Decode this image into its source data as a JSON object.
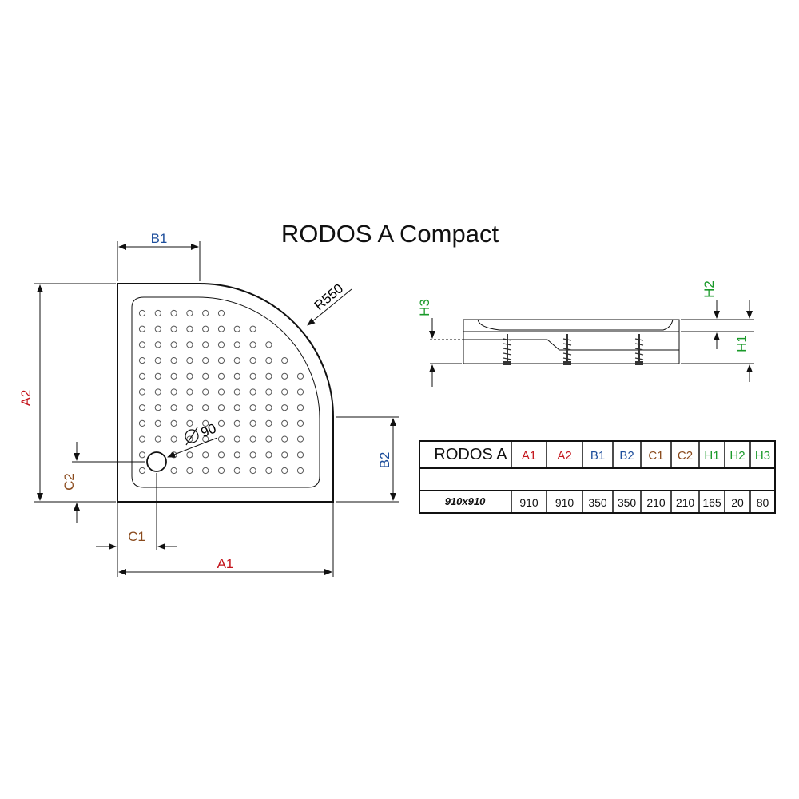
{
  "title": "RODOS A Compact",
  "colors": {
    "A": "#c4151c",
    "B": "#1e4f9c",
    "C": "#8a4a1c",
    "H": "#1a9a2a",
    "line": "#111111"
  },
  "top_view": {
    "labels": {
      "A1": "A1",
      "A2": "A2",
      "B1": "B1",
      "B2": "B2",
      "C1": "C1",
      "C2": "C2",
      "radius": "R550",
      "drain": "90"
    }
  },
  "side_view": {
    "labels": {
      "H1": "H1",
      "H2": "H2",
      "H3": "H3"
    }
  },
  "table": {
    "model": "RODOS A",
    "headers": [
      "A1",
      "A2",
      "B1",
      "B2",
      "C1",
      "C2",
      "H1",
      "H2",
      "H3"
    ],
    "header_groups": [
      "A",
      "A",
      "B",
      "B",
      "C",
      "C",
      "H",
      "H",
      "H"
    ],
    "rows": [
      {
        "size": "910x910",
        "values": [
          "910",
          "910",
          "350",
          "350",
          "210",
          "210",
          "165",
          "20",
          "80"
        ]
      }
    ]
  }
}
